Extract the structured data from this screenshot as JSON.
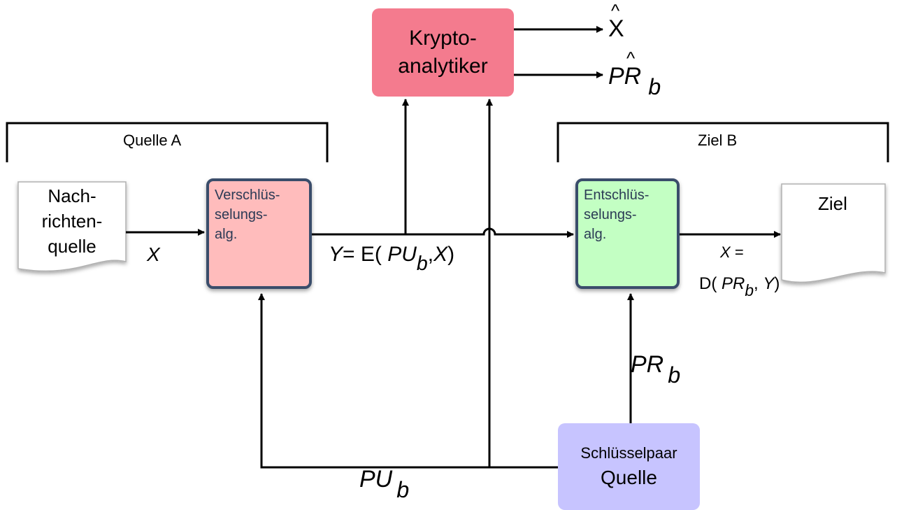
{
  "crypto": {
    "line1": "Krypto-",
    "line2": "analytiker",
    "color": "#f47b8e"
  },
  "outputs": {
    "x_hat": "X",
    "pr_hat_main": "PR",
    "pr_hat_sub": "b",
    "hat": "^"
  },
  "source_a": {
    "label": "Quelle A"
  },
  "target_b": {
    "label": "Ziel B"
  },
  "message_source": {
    "line1": "Nach-",
    "line2": "richten-",
    "line3": "quelle"
  },
  "encrypt": {
    "line1": "Verschlüs-",
    "line2": "selungs-",
    "line3": "alg.",
    "fill": "#ffbcbc",
    "border": "#3a4d6b"
  },
  "decrypt": {
    "line1": "Entschlüs-",
    "line2": "selungs-",
    "line3": "alg.",
    "fill": "#c3ffc3",
    "border": "#3a4d6b"
  },
  "destination": {
    "label": "Ziel"
  },
  "keypair": {
    "line1": "Schlüsselpaar",
    "line2": "Quelle",
    "fill": "#c7c4ff"
  },
  "labels": {
    "x_input": "X",
    "y_lhs": "Y",
    "y_eq": "= E(",
    "y_pu": "PU",
    "y_pu_sub": "b",
    "y_comma": ",",
    "y_x": "X",
    "y_close": ")",
    "x_out_x": "X",
    "x_out_eq": "=",
    "d_open": "D(",
    "d_pr": "PR",
    "d_pr_sub": "b",
    "d_comma": ",",
    "d_y": "Y",
    "d_close": ")",
    "pr_key": "PR",
    "pr_key_sub": "b",
    "pu_key": "PU",
    "pu_key_sub": "b"
  }
}
